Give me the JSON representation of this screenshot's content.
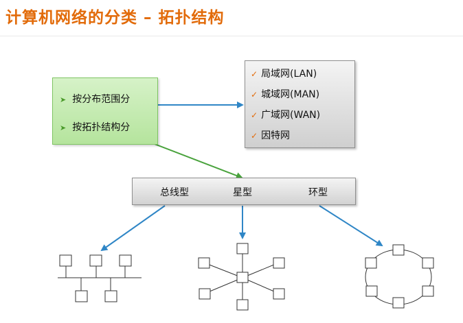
{
  "title": "计算机网络的分类 – 拓扑结构",
  "classification": {
    "items": [
      {
        "label": "按分布范围分"
      },
      {
        "label": "按拓扑结构分"
      }
    ]
  },
  "range_types": {
    "items": [
      {
        "label": "局域网(LAN)"
      },
      {
        "label": "城域网(MAN)"
      },
      {
        "label": "广域网(WAN)"
      },
      {
        "label": "因特网"
      }
    ]
  },
  "topologies": {
    "items": [
      {
        "label": "总线型"
      },
      {
        "label": "星型"
      },
      {
        "label": "环型"
      }
    ]
  },
  "colors": {
    "title": "#e26b0a",
    "arrow_blue": "#2f86c6",
    "arrow_green": "#49a23c",
    "check_orange": "#e26b0a"
  }
}
